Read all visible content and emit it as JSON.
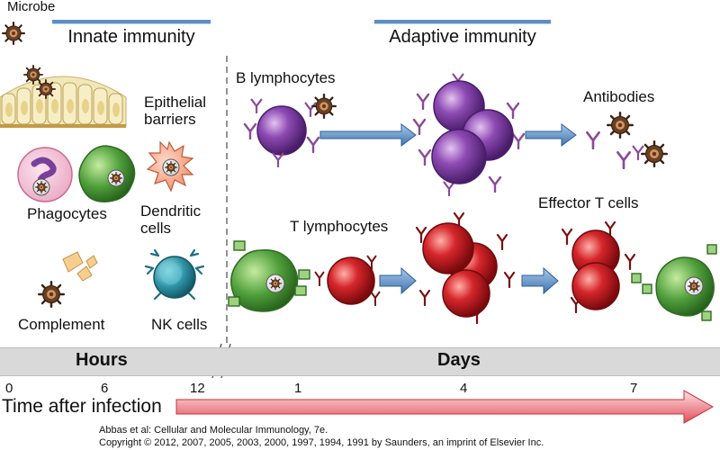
{
  "headers": {
    "innate": "Innate immunity",
    "adaptive": "Adaptive immunity"
  },
  "labels": {
    "microbe": "Microbe",
    "epithelial_line1": "Epithelial",
    "epithelial_line2": "barriers",
    "phagocytes": "Phagocytes",
    "dendritic_line1": "Dendritic",
    "dendritic_line2": "cells",
    "complement": "Complement",
    "nk_cells": "NK cells",
    "b_lymphocytes": "B lymphocytes",
    "antibodies": "Antibodies",
    "t_lymphocytes": "T lymphocytes",
    "effector_t_cells": "Effector T cells"
  },
  "timeline": {
    "hours_label": "Hours",
    "days_label": "Days",
    "ticks": [
      "0",
      "6",
      "12",
      "1",
      "4",
      "7"
    ],
    "axis_title": "Time after infection"
  },
  "credits": {
    "line1": "Abbas et al: Cellular and Molecular Immunology, 7e.",
    "line2": "Copyright © 2012, 2007, 2005, 2003, 2000, 1997, 1994, 1991 by Saunders, an imprint of Elsevier Inc."
  },
  "colors": {
    "header_bar": "#5b8fc3",
    "b_cell": "#7b3f9e",
    "t_cell": "#c8161e",
    "phagocyte": "#4a9a3a",
    "nk_cell": "#2a8a9a",
    "dendritic": "#e87a5a",
    "timeline_bg": "#d9d9d9",
    "time_arrow": "#e0505a"
  }
}
